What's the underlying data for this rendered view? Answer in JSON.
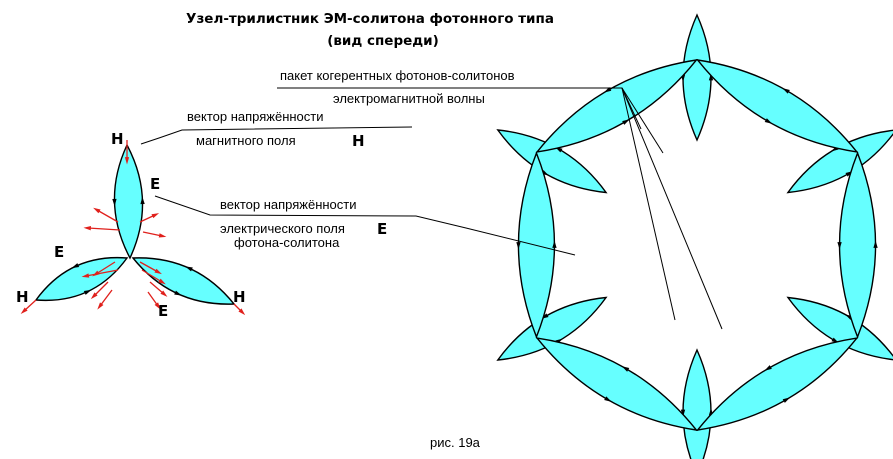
{
  "title_line1": "Узел-трилистник  ЭМ-солитона  фотонного  типа",
  "title_line2": "(вид  спереди)",
  "label_packet_line1": "пакет  когерентных  фотонов-солитонов",
  "label_packet_line2": "электромагнитной  волны",
  "label_h_vector_line1": "вектор  напряжённости",
  "label_h_vector_line2": "магнитного  поля",
  "label_h_vector_symbol": "H",
  "label_e_vector_line1": "вектор  напряжённости",
  "label_e_vector_line2": "электрического поля",
  "label_e_vector_symbol": "E",
  "label_e_vector_line3": "фотона-солитона",
  "letter_h_top": "H",
  "letter_h_left": "H",
  "letter_h_right": "H",
  "letter_e_top": "E",
  "letter_e_left": "E",
  "letter_e_bottom": "E",
  "caption": "рис. 19а",
  "colors": {
    "petal_fill": "#66ffff",
    "field_vector": "#e0201c",
    "outline": "#000000"
  }
}
